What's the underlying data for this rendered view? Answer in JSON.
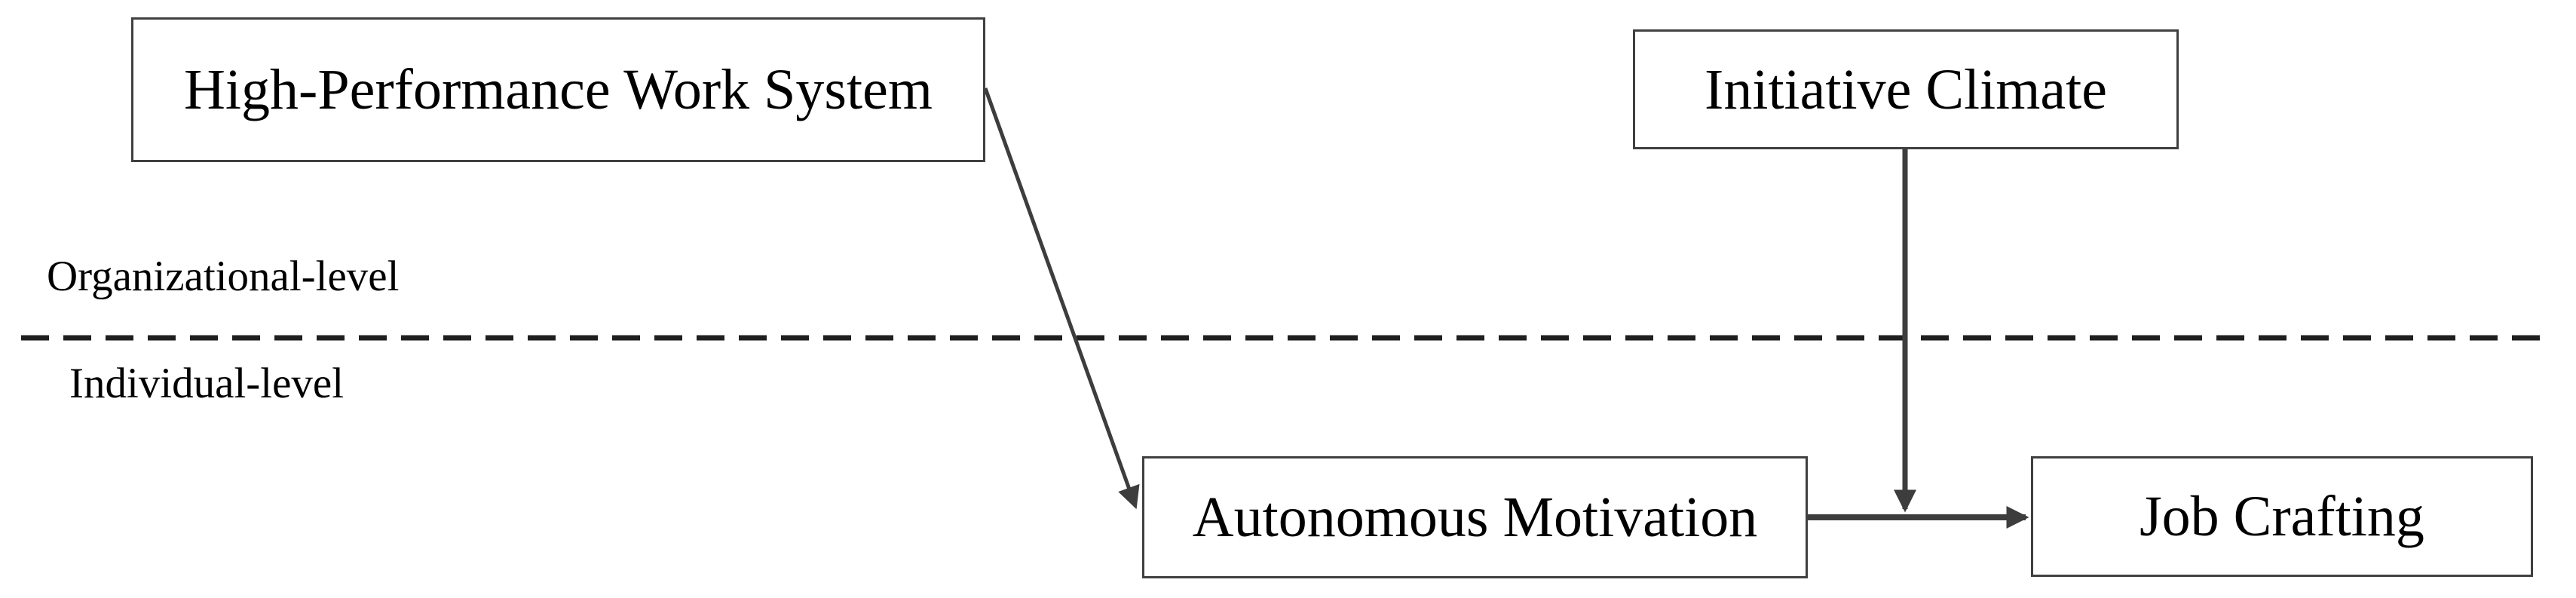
{
  "figure": {
    "type": "conceptual-research-model",
    "background": "#ffffff"
  },
  "nodes": [
    {
      "id": "hpws",
      "label": "High-Performance Work System",
      "level": "organizational"
    },
    {
      "id": "initiative-climate",
      "label": "Initiative Climate",
      "level": "organizational"
    },
    {
      "id": "autonomous-motivation",
      "label": "Autonomous Motivation",
      "level": "individual"
    },
    {
      "id": "job-crafting",
      "label": "Job Crafting",
      "level": "individual"
    }
  ],
  "level_labels": {
    "organizational": "Organizational-level",
    "individual": "Individual-level"
  },
  "edges": [
    {
      "from": "hpws",
      "to": "autonomous-motivation",
      "style": "solid-arrow"
    },
    {
      "from": "autonomous-motivation",
      "to": "job-crafting",
      "style": "solid-arrow"
    },
    {
      "from": "initiative-climate",
      "to": "autonomous-motivation->job-crafting",
      "style": "solid-arrow",
      "role": "moderation"
    }
  ],
  "divider": {
    "style": "dashed-horizontal-line",
    "separates": [
      "Organizational-level",
      "Individual-level"
    ]
  },
  "colors": {
    "box_border": "#404040",
    "arrow": "#3d3d3d",
    "dashed_line": "#1f1f1f",
    "text": "#000000",
    "background": "#ffffff"
  }
}
